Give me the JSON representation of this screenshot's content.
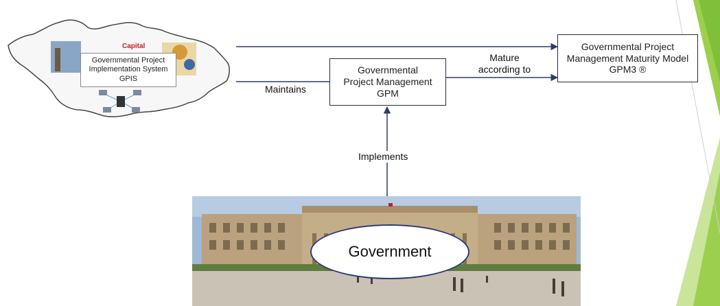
{
  "map_panel": {
    "capital_label": "Capital",
    "gpis_line1": "Governmental Project",
    "gpis_line2": "Implementation System",
    "gpis_line3": "GPIS"
  },
  "gpm_box": {
    "line1": "Governmental",
    "line2": "Project Management",
    "line3": "GPM"
  },
  "gpm3_box": {
    "line1": "Governmental Project",
    "line2": "Management Maturity Model",
    "line3": "GPM3 ®"
  },
  "edges": {
    "maintains": "Maintains",
    "mature_line1": "Mature",
    "mature_line2": "according to",
    "implements": "Implements"
  },
  "government_label": "Government",
  "colors": {
    "accent_green": "#8cc63f",
    "box_border": "#2b2b3f",
    "arrow": "#2c3e66",
    "capital_red": "#c0202a"
  }
}
